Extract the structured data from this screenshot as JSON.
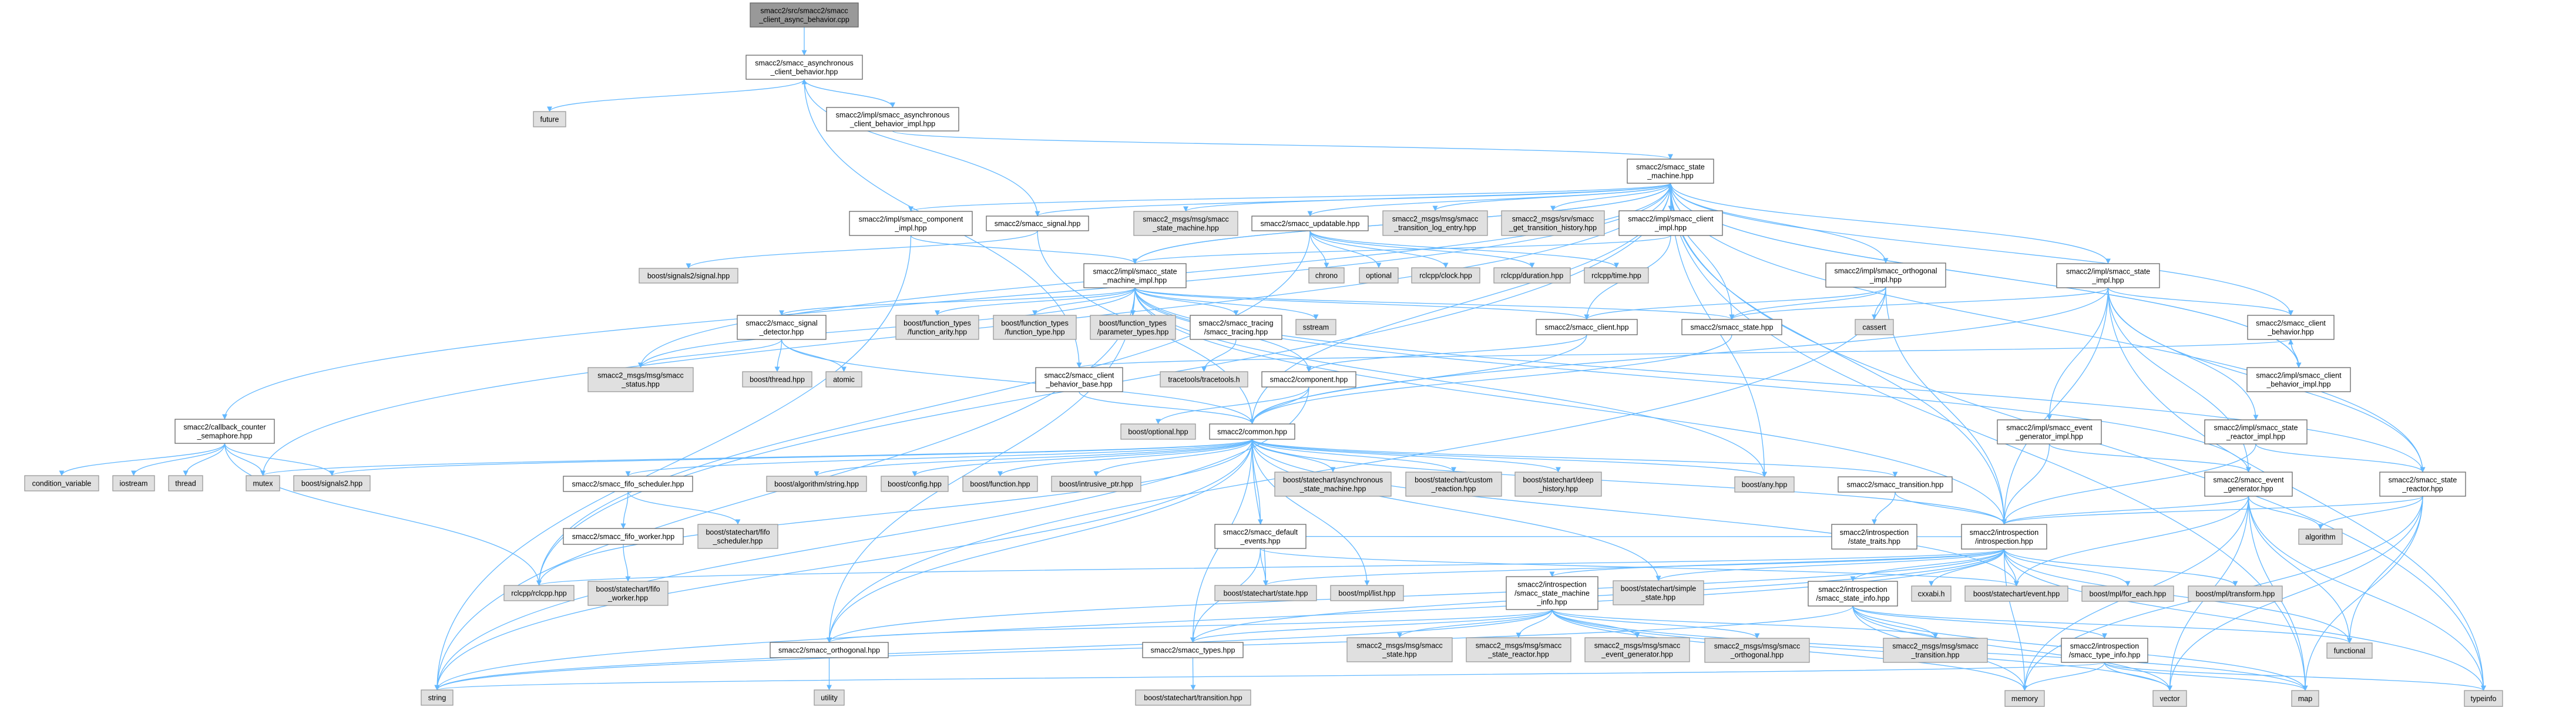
{
  "title": "Include dependency graph for smacc_client_async_behavior.cpp",
  "colors": {
    "edge": "#63b8ff",
    "root_fill": "#999999",
    "internal_fill": "#ffffff",
    "external_fill": "#e0e0e0"
  },
  "nodes": {
    "cpp": [
      "smacc2/src/smacc2/smacc",
      "_client_async_behavior.cpp"
    ],
    "acb": [
      "smacc2/smacc_asynchronous",
      "_client_behavior.hpp"
    ],
    "acbi": [
      "smacc2/impl/smacc_asynchronous",
      "_client_behavior_impl.hpp"
    ],
    "future": [
      "future"
    ],
    "sm": [
      "smacc2/smacc_state",
      "_machine.hpp"
    ],
    "compi": [
      "smacc2/impl/smacc_component",
      "_impl.hpp"
    ],
    "sig": [
      "smacc2/smacc_signal.hpp"
    ],
    "msg_sm": [
      "smacc2_msgs/msg/smacc",
      "_state_machine.hpp"
    ],
    "upd": [
      "smacc2/smacc_updatable.hpp"
    ],
    "tlog": [
      "smacc2_msgs/msg/smacc",
      "_transition_log_entry.hpp"
    ],
    "thist": [
      "smacc2_msgs/srv/smacc",
      "_get_transition_history.hpp"
    ],
    "clii": [
      "smacc2/impl/smacc_client",
      "_impl.hpp"
    ],
    "sigh": [
      "boost/signals2/signal.hpp"
    ],
    "smi": [
      "smacc2/impl/smacc_state",
      "_machine_impl.hpp"
    ],
    "chrono": [
      "chrono"
    ],
    "optional": [
      "optional"
    ],
    "clock": [
      "rclcpp/clock.hpp"
    ],
    "duration": [
      "rclcpp/duration.hpp"
    ],
    "time": [
      "rclcpp/time.hpp"
    ],
    "orthi": [
      "smacc2/impl/smacc_orthogonal",
      "_impl.hpp"
    ],
    "statei": [
      "smacc2/impl/smacc_state",
      "_impl.hpp"
    ],
    "sd": [
      "smacc2/smacc_signal",
      "_detector.hpp"
    ],
    "fa": [
      "boost/function_types",
      "/function_arity.hpp"
    ],
    "ft": [
      "boost/function_types",
      "/function_type.hpp"
    ],
    "pt": [
      "boost/function_types",
      "/parameter_types.hpp"
    ],
    "trc": [
      "smacc2/smacc_tracing",
      "/smacc_tracing.hpp"
    ],
    "sstream": [
      "sstream"
    ],
    "client": [
      "smacc2/smacc_client.hpp"
    ],
    "state": [
      "smacc2/smacc_state.hpp"
    ],
    "cassert": [
      "cassert"
    ],
    "cb": [
      "smacc2/smacc_client",
      "_behavior.hpp"
    ],
    "status": [
      "smacc2_msgs/msg/smacc",
      "_status.hpp"
    ],
    "bthread": [
      "boost/thread.hpp"
    ],
    "atomic": [
      "atomic"
    ],
    "cbb": [
      "smacc2/smacc_client",
      "_behavior_base.hpp"
    ],
    "tracetools": [
      "tracetools/tracetools.h"
    ],
    "comp": [
      "smacc2/component.hpp"
    ],
    "cbi": [
      "smacc2/impl/smacc_client",
      "_behavior_impl.hpp"
    ],
    "sem": [
      "smacc2/callback_counter",
      "_semaphore.hpp"
    ],
    "egi": [
      "smacc2/impl/smacc_event",
      "_generator_impl.hpp"
    ],
    "sri": [
      "smacc2/impl/smacc_state",
      "_reactor_impl.hpp"
    ],
    "boptional": [
      "boost/optional.hpp"
    ],
    "common": [
      "smacc2/common.hpp"
    ],
    "condvar": [
      "condition_variable"
    ],
    "iostream": [
      "iostream"
    ],
    "thread": [
      "thread"
    ],
    "mutex": [
      "mutex"
    ],
    "signals2": [
      "boost/signals2.hpp"
    ],
    "fifos": [
      "smacc2/smacc_fifo_scheduler.hpp"
    ],
    "algstr": [
      "boost/algorithm/string.hpp"
    ],
    "bconfig": [
      "boost/config.hpp"
    ],
    "bfunction": [
      "boost/function.hpp"
    ],
    "bintr": [
      "boost/intrusive_ptr.hpp"
    ],
    "asm": [
      "boost/statechart/asynchronous",
      "_state_machine.hpp"
    ],
    "custom": [
      "boost/statechart/custom",
      "_reaction.hpp"
    ],
    "deep": [
      "boost/statechart/deep",
      "_history.hpp"
    ],
    "any": [
      "boost/any.hpp"
    ],
    "trans": [
      "smacc2/smacc_transition.hpp"
    ],
    "eg": [
      "smacc2/smacc_event",
      "_generator.hpp"
    ],
    "sr": [
      "smacc2/smacc_state",
      "_reactor.hpp"
    ],
    "fifow": [
      "smacc2/smacc_fifo_worker.hpp"
    ],
    "sc_fifos": [
      "boost/statechart/fifo",
      "_scheduler.hpp"
    ],
    "defev": [
      "smacc2/smacc_default",
      "_events.hpp"
    ],
    "traits": [
      "smacc2/introspection",
      "/state_traits.hpp"
    ],
    "intro": [
      "smacc2/introspection",
      "/introspection.hpp"
    ],
    "algorithm": [
      "algorithm"
    ],
    "sminfo": [
      "smacc2/introspection",
      "/smacc_state_machine",
      "_info.hpp"
    ],
    "simple": [
      "boost/statechart/simple",
      "_state.hpp"
    ],
    "rclcpp": [
      "rclcpp/rclcpp.hpp"
    ],
    "sc_fifow": [
      "boost/statechart/fifo",
      "_worker.hpp"
    ],
    "stateh": [
      "boost/statechart/state.hpp"
    ],
    "mpllist": [
      "boost/mpl/list.hpp"
    ],
    "sinfo": [
      "smacc2/introspection",
      "/smacc_state_info.hpp"
    ],
    "cxxabi": [
      "cxxabi.h"
    ],
    "event": [
      "boost/statechart/event.hpp"
    ],
    "foreach": [
      "boost/mpl/for_each.hpp"
    ],
    "transform": [
      "boost/mpl/transform.hpp"
    ],
    "m_state": [
      "smacc2_msgs/msg/smacc",
      "_state.hpp"
    ],
    "m_sr": [
      "smacc2_msgs/msg/smacc",
      "_state_reactor.hpp"
    ],
    "m_eg": [
      "smacc2_msgs/msg/smacc",
      "_event_generator.hpp"
    ],
    "m_orth": [
      "smacc2_msgs/msg/smacc",
      "_orthogonal.hpp"
    ],
    "m_trans": [
      "smacc2_msgs/msg/smacc",
      "_transition.hpp"
    ],
    "tinfo": [
      "smacc2/introspection",
      "/smacc_type_info.hpp"
    ],
    "functional": [
      "functional"
    ],
    "orthogonal": [
      "smacc2/smacc_orthogonal.hpp"
    ],
    "types": [
      "smacc2/smacc_types.hpp"
    ],
    "string": [
      "string"
    ],
    "utility": [
      "utility"
    ],
    "transh": [
      "boost/statechart/transition.hpp"
    ],
    "memory": [
      "memory"
    ],
    "vector": [
      "vector"
    ],
    "map": [
      "map"
    ],
    "typeinfo": [
      "typeinfo"
    ]
  },
  "edges": [
    [
      "cpp",
      "acb"
    ],
    [
      "acb",
      "acbi"
    ],
    [
      "acbi",
      "acb"
    ],
    [
      "acb",
      "future"
    ],
    [
      "acb",
      "sig"
    ],
    [
      "acb",
      "cbb"
    ],
    [
      "acbi",
      "sm"
    ],
    [
      "sm",
      "compi"
    ],
    [
      "sm",
      "sig"
    ],
    [
      "sm",
      "msg_sm"
    ],
    [
      "sm",
      "upd"
    ],
    [
      "sm",
      "tlog"
    ],
    [
      "sm",
      "thist"
    ],
    [
      "sm",
      "clii"
    ],
    [
      "sm",
      "orthi"
    ],
    [
      "sm",
      "statei"
    ],
    [
      "sm",
      "smi"
    ],
    [
      "sm",
      "sem"
    ],
    [
      "sm",
      "mutex"
    ],
    [
      "sm",
      "status"
    ],
    [
      "sm",
      "common"
    ],
    [
      "sm",
      "any"
    ],
    [
      "sm",
      "state"
    ],
    [
      "sm",
      "intro"
    ],
    [
      "sm",
      "map"
    ],
    [
      "sm",
      "typeinfo"
    ],
    [
      "sm",
      "sr"
    ],
    [
      "sm",
      "cb"
    ],
    [
      "sm",
      "cbi"
    ],
    [
      "sm",
      "rclcpp"
    ],
    [
      "smi",
      "sm"
    ],
    [
      "smi",
      "sd"
    ],
    [
      "smi",
      "fa"
    ],
    [
      "smi",
      "ft"
    ],
    [
      "smi",
      "pt"
    ],
    [
      "smi",
      "trc"
    ],
    [
      "smi",
      "sstream"
    ],
    [
      "smi",
      "client"
    ],
    [
      "smi",
      "state"
    ],
    [
      "smi",
      "status"
    ],
    [
      "smi",
      "comp"
    ],
    [
      "smi",
      "intro"
    ],
    [
      "smi",
      "string"
    ],
    [
      "smi",
      "orthogonal"
    ],
    [
      "smi",
      "eg"
    ],
    [
      "smi",
      "sr"
    ],
    [
      "smi",
      "any"
    ],
    [
      "compi",
      "smi"
    ],
    [
      "compi",
      "string"
    ],
    [
      "sig",
      "sigh"
    ],
    [
      "sig",
      "common"
    ],
    [
      "upd",
      "chrono"
    ],
    [
      "upd",
      "optional"
    ],
    [
      "upd",
      "clock"
    ],
    [
      "upd",
      "duration"
    ],
    [
      "upd",
      "time"
    ],
    [
      "upd",
      "rclcpp"
    ],
    [
      "clii",
      "client"
    ],
    [
      "clii",
      "smi"
    ],
    [
      "orthi",
      "client"
    ],
    [
      "orthi",
      "state"
    ],
    [
      "orthi",
      "cassert"
    ],
    [
      "orthi",
      "intro"
    ],
    [
      "orthi",
      "orthogonal"
    ],
    [
      "statei",
      "state"
    ],
    [
      "statei",
      "cb"
    ],
    [
      "statei",
      "egi"
    ],
    [
      "statei",
      "sri"
    ],
    [
      "statei",
      "intro"
    ],
    [
      "statei",
      "sr"
    ],
    [
      "statei",
      "eg"
    ],
    [
      "statei",
      "common"
    ],
    [
      "statei",
      "typeinfo"
    ],
    [
      "cb",
      "cbi"
    ],
    [
      "cbi",
      "cb"
    ],
    [
      "cb",
      "cbb"
    ],
    [
      "cbi",
      "sm"
    ],
    [
      "egi",
      "eg"
    ],
    [
      "egi",
      "intro"
    ],
    [
      "sri",
      "sr"
    ],
    [
      "sri",
      "intro"
    ],
    [
      "eg",
      "intro"
    ],
    [
      "eg",
      "algorithm"
    ],
    [
      "eg",
      "event"
    ],
    [
      "eg",
      "functional"
    ],
    [
      "eg",
      "vector"
    ],
    [
      "eg",
      "map"
    ],
    [
      "eg",
      "memory"
    ],
    [
      "eg",
      "typeinfo"
    ],
    [
      "sr",
      "intro"
    ],
    [
      "sr",
      "algorithm"
    ],
    [
      "sr",
      "functional"
    ],
    [
      "sr",
      "vector"
    ],
    [
      "sr",
      "memory"
    ],
    [
      "sr",
      "map"
    ],
    [
      "client",
      "common"
    ],
    [
      "client",
      "comp"
    ],
    [
      "state",
      "common"
    ],
    [
      "comp",
      "common"
    ],
    [
      "comp",
      "boptional"
    ],
    [
      "comp",
      "string"
    ],
    [
      "cbb",
      "common"
    ],
    [
      "trc",
      "tracetools"
    ],
    [
      "sd",
      "status"
    ],
    [
      "sd",
      "bthread"
    ],
    [
      "sd",
      "atomic"
    ],
    [
      "sd",
      "common"
    ],
    [
      "common",
      "bconfig"
    ],
    [
      "common",
      "bfunction"
    ],
    [
      "common",
      "bintr"
    ],
    [
      "common",
      "asm"
    ],
    [
      "common",
      "custom"
    ],
    [
      "common",
      "deep"
    ],
    [
      "common",
      "defev"
    ],
    [
      "common",
      "stateh"
    ],
    [
      "common",
      "mpllist"
    ],
    [
      "common",
      "types"
    ],
    [
      "common",
      "any"
    ],
    [
      "common",
      "trans"
    ],
    [
      "common",
      "intro"
    ],
    [
      "common",
      "fifos"
    ],
    [
      "common",
      "algstr"
    ],
    [
      "common",
      "signals2"
    ],
    [
      "common",
      "mutex"
    ],
    [
      "common",
      "rclcpp"
    ],
    [
      "common",
      "string"
    ],
    [
      "common",
      "simple"
    ],
    [
      "common",
      "event"
    ],
    [
      "common",
      "orthogonal"
    ],
    [
      "defev",
      "stateh"
    ],
    [
      "defev",
      "types"
    ],
    [
      "defev",
      "event"
    ],
    [
      "defev",
      "intro"
    ],
    [
      "trans",
      "traits"
    ],
    [
      "trans",
      "intro"
    ],
    [
      "intro",
      "sinfo"
    ],
    [
      "intro",
      "cxxabi"
    ],
    [
      "intro",
      "event"
    ],
    [
      "intro",
      "foreach"
    ],
    [
      "intro",
      "transform"
    ],
    [
      "intro",
      "typeinfo"
    ],
    [
      "intro",
      "stateh"
    ],
    [
      "intro",
      "simple"
    ],
    [
      "intro",
      "sminfo"
    ],
    [
      "intro",
      "rclcpp"
    ],
    [
      "intro",
      "orthogonal"
    ],
    [
      "intro",
      "string"
    ],
    [
      "intro",
      "memory"
    ],
    [
      "intro",
      "types"
    ],
    [
      "intro",
      "functional"
    ],
    [
      "sinfo",
      "m_trans"
    ],
    [
      "sinfo",
      "tinfo"
    ],
    [
      "sinfo",
      "memory"
    ],
    [
      "sinfo",
      "vector"
    ],
    [
      "sinfo",
      "map"
    ],
    [
      "sinfo",
      "functional"
    ],
    [
      "sinfo",
      "string"
    ],
    [
      "tinfo",
      "memory"
    ],
    [
      "tinfo",
      "vector"
    ],
    [
      "tinfo",
      "map"
    ],
    [
      "tinfo",
      "typeinfo"
    ],
    [
      "tinfo",
      "string"
    ],
    [
      "sminfo",
      "m_state"
    ],
    [
      "sminfo",
      "m_sr"
    ],
    [
      "sminfo",
      "m_eg"
    ],
    [
      "sminfo",
      "m_orth"
    ],
    [
      "sminfo",
      "m_trans"
    ],
    [
      "sminfo",
      "types"
    ],
    [
      "sminfo",
      "orthogonal"
    ],
    [
      "sminfo",
      "string"
    ],
    [
      "sminfo",
      "memory"
    ],
    [
      "sminfo",
      "vector"
    ],
    [
      "sminfo",
      "map"
    ],
    [
      "types",
      "transh"
    ],
    [
      "orthogonal",
      "utility"
    ],
    [
      "fifos",
      "fifow"
    ],
    [
      "fifos",
      "sc_fifos"
    ],
    [
      "fifow",
      "sc_fifow"
    ],
    [
      "sem",
      "condvar"
    ],
    [
      "sem",
      "iostream"
    ],
    [
      "sem",
      "thread"
    ],
    [
      "sem",
      "mutex"
    ],
    [
      "sem",
      "signals2"
    ],
    [
      "sem",
      "rclcpp"
    ]
  ]
}
